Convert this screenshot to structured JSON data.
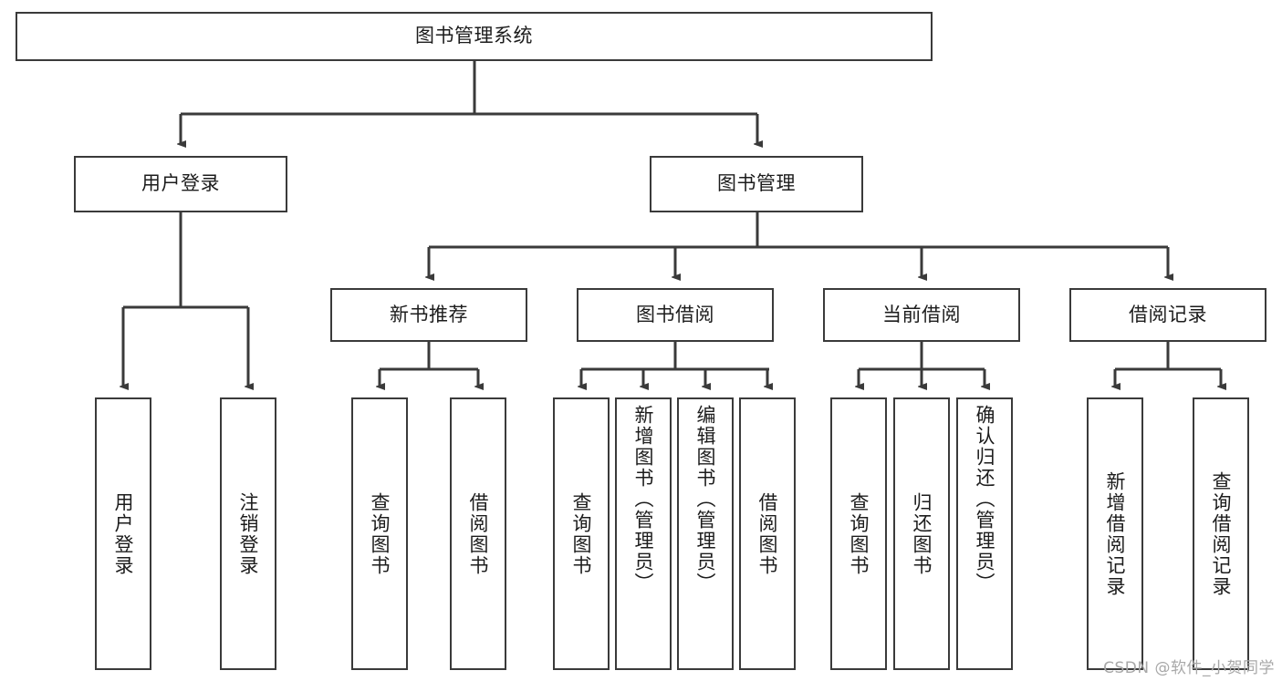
{
  "diagram": {
    "title": "图书管理系统",
    "type": "tree-hierarchy",
    "watermark": "CSDN @软件_小贺同学",
    "colors": {
      "stroke": "#3a3a3a",
      "background": "#ffffff",
      "text": "#1c1c1c",
      "watermark": "#a8a8a8"
    },
    "root": {
      "label": "图书管理系统"
    },
    "level2": [
      {
        "label": "用户登录"
      },
      {
        "label": "图书管理"
      }
    ],
    "level3": [
      {
        "label": "新书推荐"
      },
      {
        "label": "图书借阅"
      },
      {
        "label": "当前借阅"
      },
      {
        "label": "借阅记录"
      }
    ],
    "leaves": {
      "user_login": [
        {
          "label": "用户登录"
        },
        {
          "label": "注销登录"
        }
      ],
      "new_book_recommend": [
        {
          "label": "查询图书"
        },
        {
          "label": "借阅图书"
        }
      ],
      "book_borrow": [
        {
          "label": "查询图书"
        },
        {
          "label": "新增图书（管理员）"
        },
        {
          "label": "编辑图书（管理员）"
        },
        {
          "label": "借阅图书"
        }
      ],
      "current_borrow": [
        {
          "label": "查询图书"
        },
        {
          "label": "归还图书"
        },
        {
          "label": "确认归还（管理员）"
        }
      ],
      "borrow_record": [
        {
          "label": "新增借阅记录"
        },
        {
          "label": "查询借阅记录"
        }
      ]
    }
  }
}
